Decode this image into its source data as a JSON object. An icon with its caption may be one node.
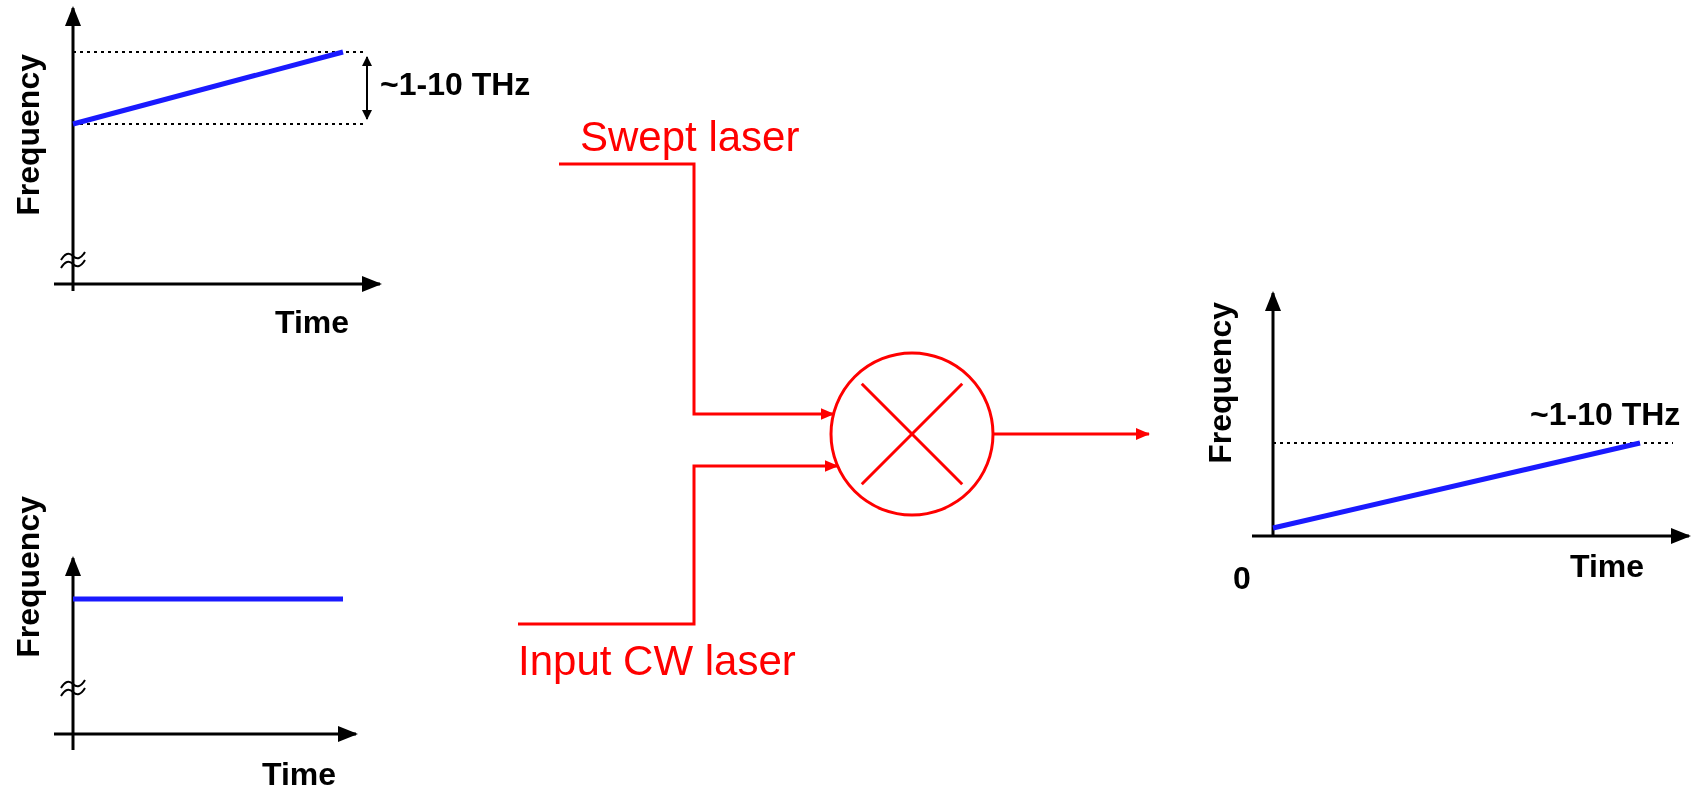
{
  "diagram": {
    "nodes": [
      {
        "text": [
          "Swept laser"
        ]
      },
      {
        "text": [
          "Input CW laser"
        ]
      },
      {
        "text": [],
        "shape": "circle"
      }
    ],
    "edges": [
      {
        "from": 0,
        "to": 2,
        "arrow": "to"
      },
      {
        "from": 1,
        "to": 2,
        "arrow": "to"
      },
      {
        "from": 2,
        "to": null,
        "arrow": "to"
      }
    ],
    "labels": [
      "Frequency",
      "~1-10 THz",
      "Time",
      "Frequency",
      "~1-10 THz",
      "0",
      "Time",
      "Frequency",
      "Time"
    ]
  }
}
